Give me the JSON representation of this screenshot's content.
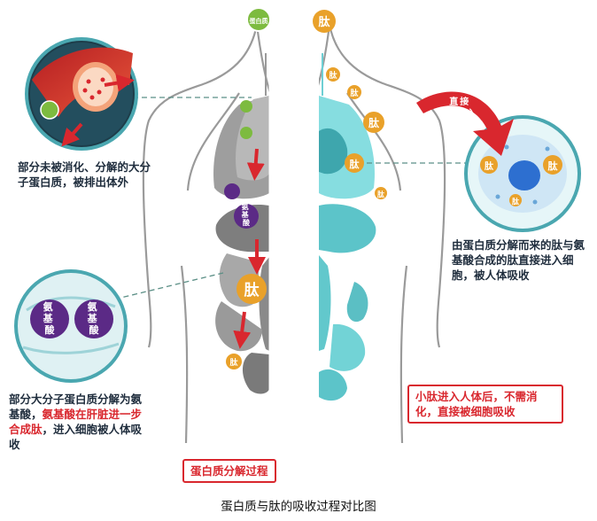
{
  "characters": {
    "protein": "蛋白质",
    "peptide": "肽",
    "amino_acid": "氨基酸"
  },
  "arrow_label": "直接进入细胞",
  "left": {
    "note1": "部分未被消化、分解的大分子蛋白质，被排出体外",
    "note2_black": "部分大分子蛋白质分解为氨基酸，",
    "note2_red": "氨基酸在肝脏进一步合成肽",
    "note2_tail": "，进入细胞被人体吸收",
    "process_label": "蛋白质分解过程"
  },
  "right": {
    "note1": "由蛋白质分解而来的肽与氨基酸合成的肽直接进入细胞，被人体吸收",
    "note2": "小肽进入人体后，不需消化，直接被细胞吸收"
  },
  "caption": "蛋白质与肽的吸收过程对比图",
  "colors": {
    "protein_green": "#7dbb3f",
    "peptide_orange": "#e9a12a",
    "amino_purple": "#5b2a86",
    "left_organs": "#8c8c8c",
    "right_organs": "#6ecfd4",
    "red": "#d9272e"
  }
}
